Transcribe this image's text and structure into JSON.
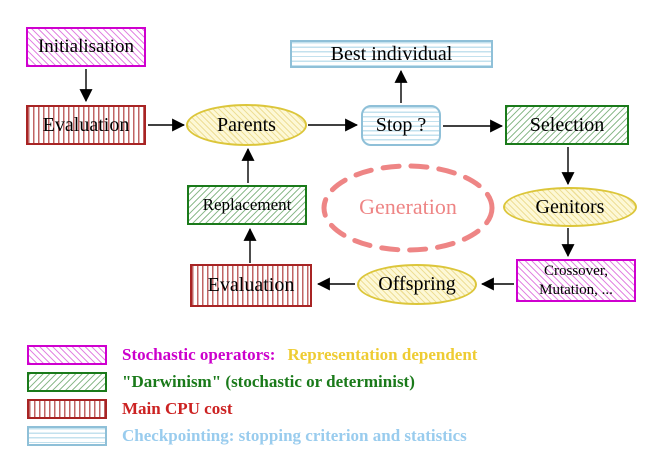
{
  "diagram": {
    "nodes": {
      "initialisation": {
        "label": "Initialisation"
      },
      "evaluation_top": {
        "label": "Evaluation"
      },
      "parents": {
        "label": "Parents"
      },
      "best_individual": {
        "label": "Best individual"
      },
      "stop": {
        "label": "Stop ?"
      },
      "selection": {
        "label": "Selection"
      },
      "genitors": {
        "label": "Genitors"
      },
      "crossover_mutation": {
        "line1": "Crossover,",
        "line2": "Mutation, ..."
      },
      "offspring": {
        "label": "Offspring"
      },
      "evaluation_bottom": {
        "label": "Evaluation"
      },
      "replacement": {
        "label": "Replacement"
      },
      "generation": {
        "label": "Generation"
      }
    },
    "colors": {
      "magenta_border": "#cf00cf",
      "green_border": "#1a7a1a",
      "red_border": "#a82424",
      "cyan_border": "#8fc0d8",
      "yellow_border": "#dcc63a",
      "salmon_dashed": "#ee8585",
      "arrow": "#000000"
    }
  },
  "legend": {
    "row1": {
      "label_primary": "Stochastic operators:",
      "label_secondary": "Representation dependent",
      "primary_color": "#cc00cc",
      "secondary_color": "#eecc33"
    },
    "row2": {
      "label": "\"Darwinism\" (stochastic or determinist)",
      "color": "#1a7a1a"
    },
    "row3": {
      "label": "Main CPU cost",
      "color": "#cc2222"
    },
    "row4": {
      "label": "Checkpointing: stopping criterion and statistics",
      "color": "#99ccee"
    }
  }
}
